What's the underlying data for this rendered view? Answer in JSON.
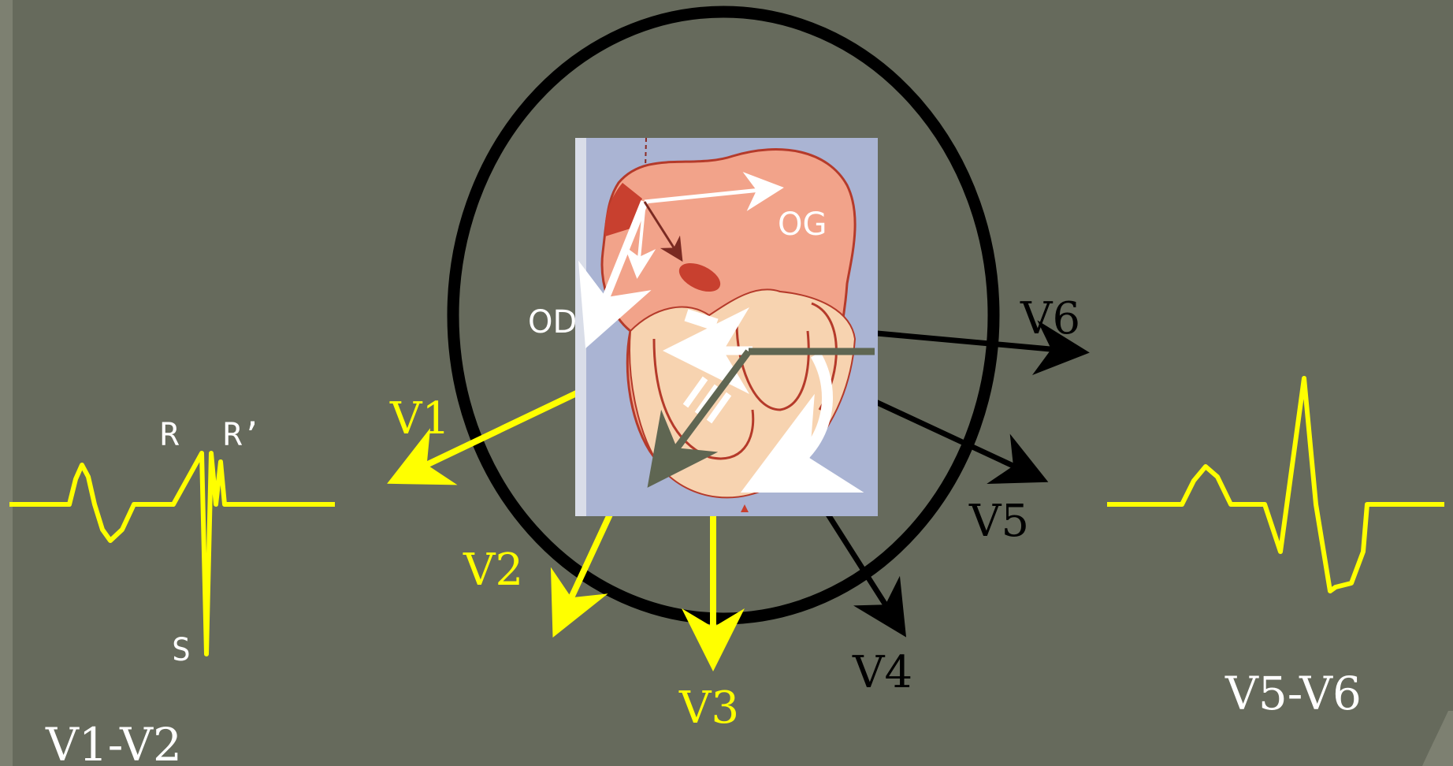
{
  "colors": {
    "background": "#666a5c",
    "yellow": "#ffff00",
    "black": "#000000",
    "white": "#ffffff",
    "heart_panel": "#aab4d3",
    "heart_muscle": "#f2a38a",
    "heart_inner": "#f7d3b0",
    "heart_outline": "#b53a2a",
    "olive_arrow": "#5f6652"
  },
  "labels": {
    "og": "OG",
    "od": "OD",
    "v1": "V1",
    "v2": "V2",
    "v3": "V3",
    "v4": "V4",
    "v5": "V5",
    "v6": "V6"
  },
  "ecg_left": {
    "r": "R",
    "r_prime": "R’",
    "s": "S",
    "caption": "V1-V2"
  },
  "ecg_right": {
    "caption": "V5-V6"
  }
}
